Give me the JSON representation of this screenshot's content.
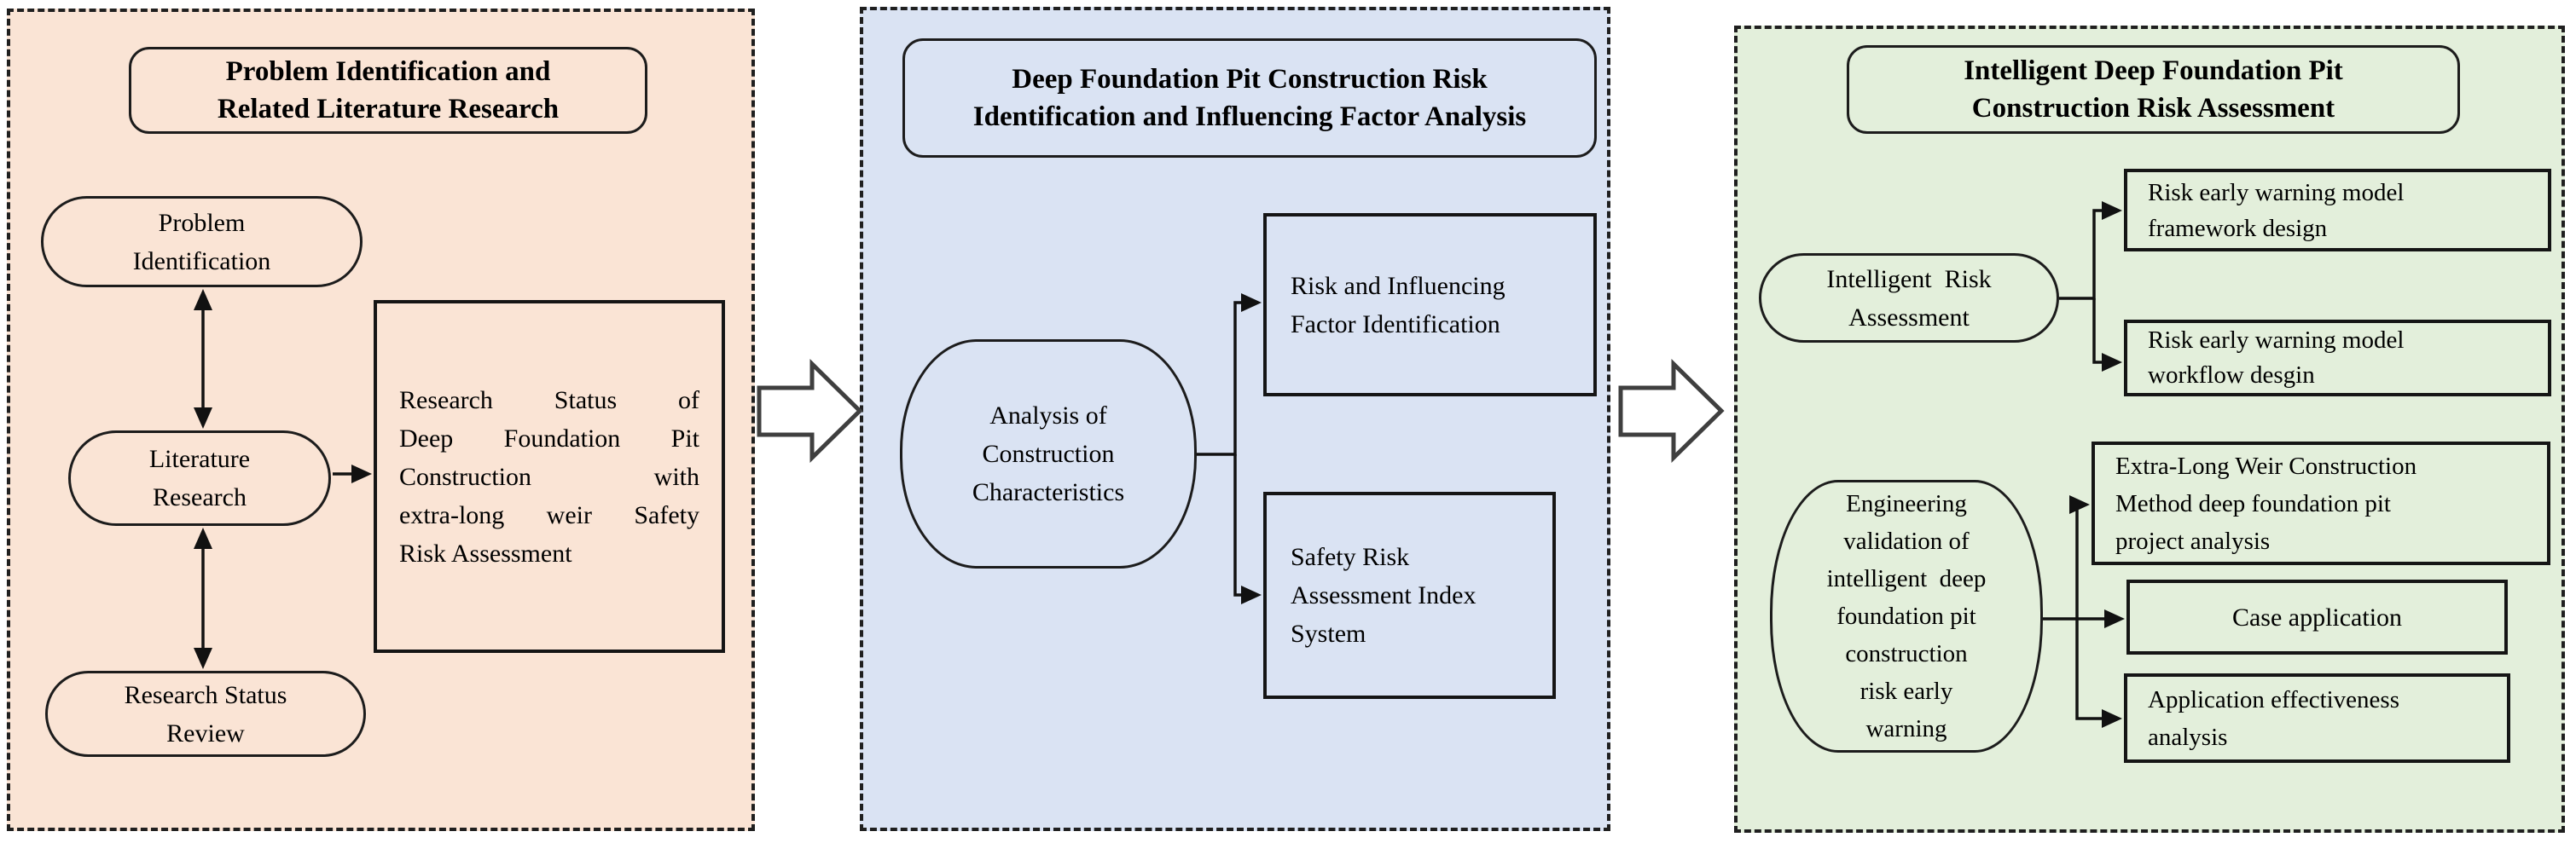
{
  "figure": {
    "left_panel": {
      "title": "Problem Identification and\nRelated Literature Research",
      "pill_problem_identification": "Problem\nIdentification",
      "pill_literature_research": "Literature\nResearch",
      "pill_research_status_review": "Research Status\nReview",
      "research_status_box": [
        "Research Status of",
        "Deep Foundation Pit",
        "Construction with",
        "extra-long weir Safety",
        "Risk Assessment"
      ]
    },
    "middle_panel": {
      "title": "Deep Foundation Pit Construction Risk\nIdentification and Influencing Factor Analysis",
      "analysis_shape": "Analysis of\nConstruction\nCharacteristics",
      "risk_factor_box": [
        "Risk and Influencing",
        "Factor Identification"
      ],
      "safety_index_box": [
        "Safety Risk",
        "Assessment Index",
        "System"
      ]
    },
    "right_panel": {
      "title": "Intelligent Deep Foundation Pit\nConstruction Risk Assessment",
      "pill_intelligent_risk": "Intelligent  Risk\nAssessment",
      "framework_box": [
        "Risk early warning model",
        "framework design"
      ],
      "workflow_box": [
        "Risk early warning model",
        "workflow desgin"
      ],
      "validation_shape": "Engineering\nvalidation of\nintelligent  deep\nfoundation pit\nconstruction\nrisk early\nwarning",
      "weir_project_box": [
        "Extra-Long Weir Construction",
        "Method deep foundation pit",
        "project analysis"
      ],
      "case_application_box": [
        "Case application"
      ],
      "effectiveness_box": [
        "Application effectiveness",
        "analysis"
      ]
    },
    "colors": {
      "left_panel_bg": "#fae4d5",
      "middle_panel_bg": "#dae3f3",
      "right_panel_bg": "#e3efdb",
      "connector_line": "#111111",
      "block_arrow_stroke": "#3f3f3f",
      "block_arrow_fill": "#ffffff",
      "shape_border": "#1c1c1c"
    }
  }
}
